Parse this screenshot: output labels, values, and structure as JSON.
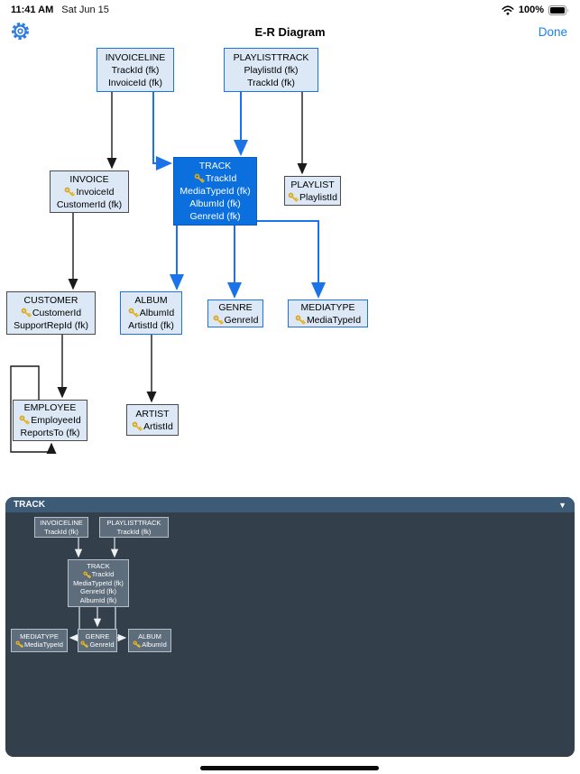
{
  "status_bar": {
    "time": "11:41 AM",
    "date": "Sat Jun 15",
    "battery_percent": "100%"
  },
  "nav_bar": {
    "title": "E-R Diagram",
    "done_label": "Done"
  },
  "colors": {
    "accent_blue": "#1a73e8",
    "selected_entity_fill": "#0b6fdd",
    "entity_fill": "#dce8f5",
    "plain_border": "#4b4b4b",
    "panel_header": "#3d5a76",
    "panel_body": "#333f4b",
    "mini_fill": "#5d6d7b",
    "key_gold": "#e8b31a"
  },
  "main_diagram": {
    "entities": [
      {
        "name": "INVOICELINE",
        "attrs": [
          "TrackId (fk)",
          "InvoiceId (fk)"
        ]
      },
      {
        "name": "PLAYLISTTRACK",
        "attrs": [
          "PlaylistId (fk)",
          "TrackId (fk)"
        ]
      },
      {
        "name": "TRACK",
        "key": "TrackId",
        "attrs": [
          "MediaTypeId (fk)",
          "AlbumId (fk)",
          "GenreId (fk)"
        ]
      },
      {
        "name": "PLAYLIST",
        "key": "PlaylistId",
        "attrs": []
      },
      {
        "name": "INVOICE",
        "key": "InvoiceId",
        "attrs": [
          "CustomerId (fk)"
        ]
      },
      {
        "name": "CUSTOMER",
        "key": "CustomerId",
        "attrs": [
          "SupportRepId (fk)"
        ]
      },
      {
        "name": "ALBUM",
        "key": "AlbumId",
        "attrs": [
          "ArtistId (fk)"
        ]
      },
      {
        "name": "GENRE",
        "key": "GenreId",
        "attrs": []
      },
      {
        "name": "MEDIATYPE",
        "key": "MediaTypeId",
        "attrs": []
      },
      {
        "name": "EMPLOYEE",
        "key": "EmployeeId",
        "attrs": [
          "ReportsTo (fk)"
        ]
      },
      {
        "name": "ARTIST",
        "key": "ArtistId",
        "attrs": []
      }
    ]
  },
  "detail_panel": {
    "title": "TRACK",
    "collapse_icon": "▼",
    "entities": [
      {
        "name": "INVOICELINE",
        "attrs": [
          "TrackId (fk)"
        ]
      },
      {
        "name": "PLAYLISTTRACK",
        "attrs": [
          "TrackId (fk)"
        ]
      },
      {
        "name": "TRACK",
        "key": "TrackId",
        "attrs": [
          "MediaTypeId (fk)",
          "GenreId (fk)",
          "AlbumId (fk)"
        ]
      },
      {
        "name": "MEDIATYPE",
        "key": "MediaTypeId",
        "attrs": []
      },
      {
        "name": "GENRE",
        "key": "GenreId",
        "attrs": []
      },
      {
        "name": "ALBUM",
        "key": "AlbumId",
        "attrs": []
      }
    ]
  }
}
